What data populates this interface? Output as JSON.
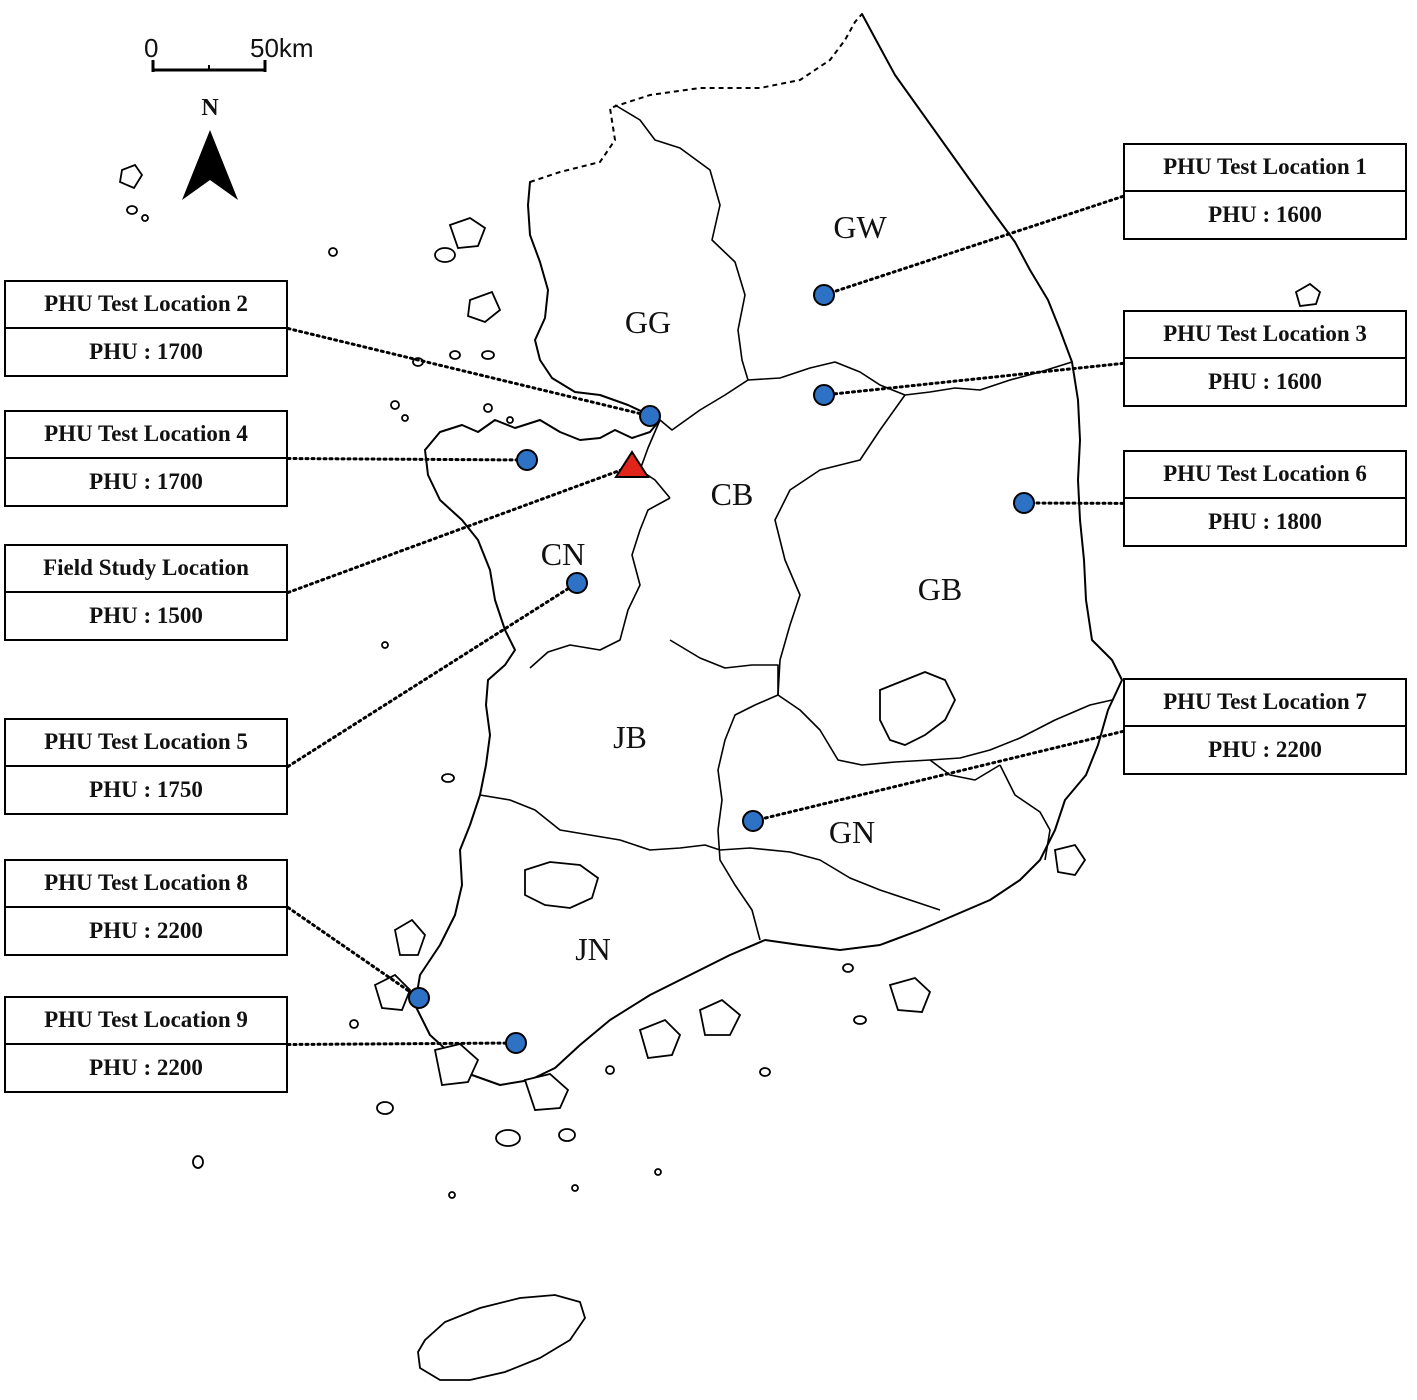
{
  "scale_bar": {
    "start": "0",
    "end": "50km"
  },
  "north_arrow": {
    "label": "N"
  },
  "regions": [
    {
      "code": "GW"
    },
    {
      "code": "GG"
    },
    {
      "code": "CB"
    },
    {
      "code": "CN"
    },
    {
      "code": "GB"
    },
    {
      "code": "JB"
    },
    {
      "code": "GN"
    },
    {
      "code": "JN"
    }
  ],
  "callouts": [
    {
      "title": "PHU Test Location 1",
      "value": "PHU : 1600",
      "marker": "circle"
    },
    {
      "title": "PHU Test Location 2",
      "value": "PHU : 1700",
      "marker": "circle"
    },
    {
      "title": "PHU Test Location 3",
      "value": "PHU : 1600",
      "marker": "circle"
    },
    {
      "title": "PHU Test Location 4",
      "value": "PHU : 1700",
      "marker": "circle"
    },
    {
      "title": "PHU Test Location 6",
      "value": "PHU : 1800",
      "marker": "circle"
    },
    {
      "title": "Field Study Location",
      "value": "PHU : 1500",
      "marker": "triangle"
    },
    {
      "title": "PHU Test Location 5",
      "value": "PHU : 1750",
      "marker": "circle"
    },
    {
      "title": "PHU Test Location 7",
      "value": "PHU : 2200",
      "marker": "circle"
    },
    {
      "title": "PHU Test Location 8",
      "value": "PHU : 2200",
      "marker": "circle"
    },
    {
      "title": "PHU Test Location 9",
      "value": "PHU : 2200",
      "marker": "circle"
    }
  ],
  "colors": {
    "site_marker": "#2e72c6",
    "field_marker": "#e1251b"
  }
}
